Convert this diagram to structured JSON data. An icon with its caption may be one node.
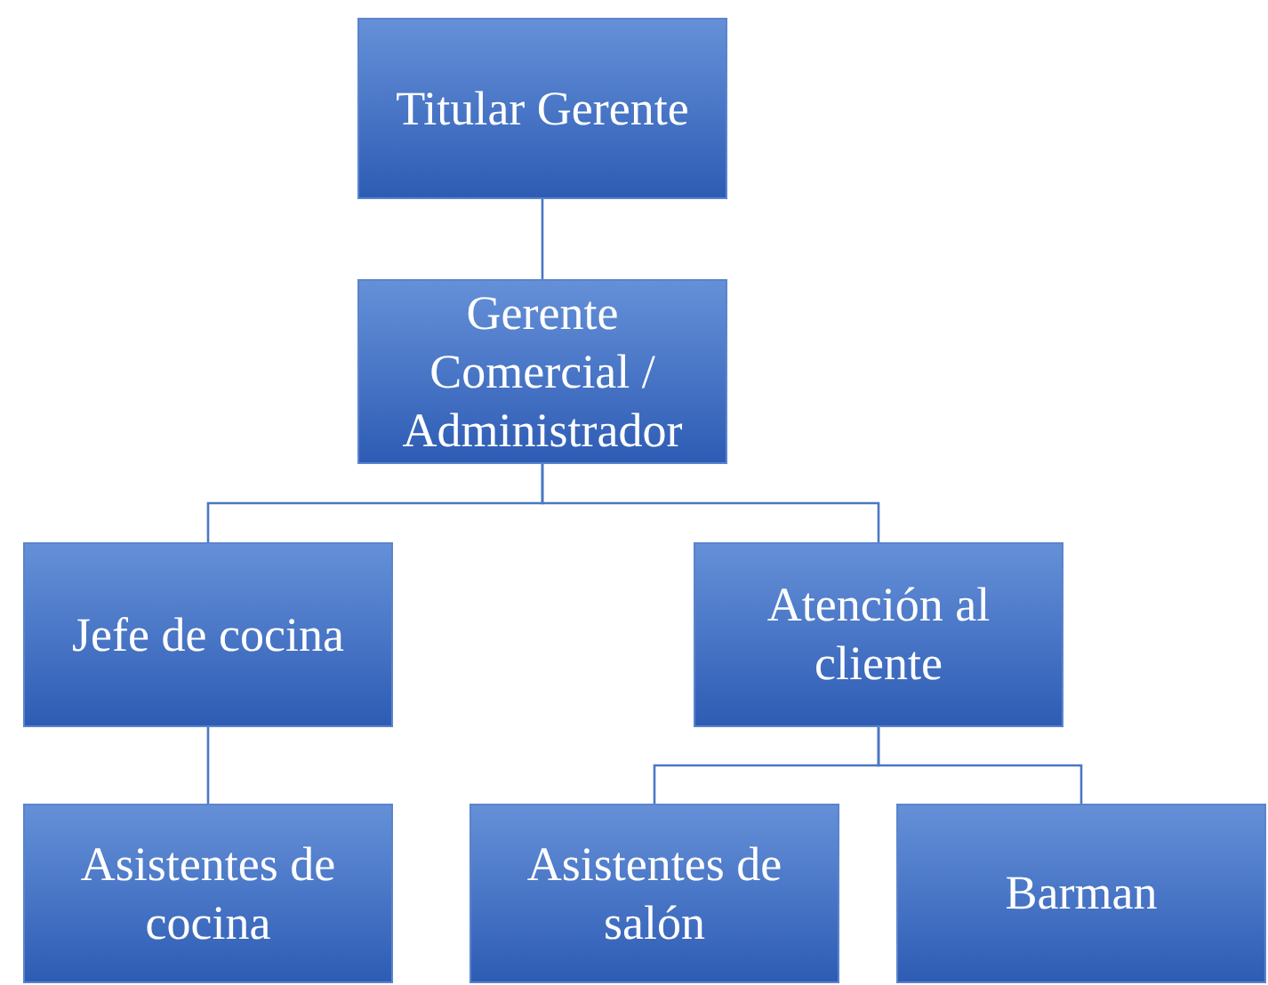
{
  "diagram": {
    "nodes": [
      {
        "text": [
          "Titular Gerente"
        ]
      },
      {
        "text": [
          "Gerente Comercial / Administrador"
        ]
      },
      {
        "text": [
          "Jefe de cocina"
        ]
      },
      {
        "text": [
          "Atención al cliente"
        ]
      },
      {
        "text": [
          "Asistentes de cocina"
        ]
      },
      {
        "text": [
          "Asistentes de salón"
        ]
      },
      {
        "text": [
          "Barman"
        ]
      }
    ],
    "edges": [
      {
        "from": 0,
        "to": 1,
        "arrow": "none"
      },
      {
        "from": 1,
        "to": 2,
        "arrow": "none"
      },
      {
        "from": 1,
        "to": 3,
        "arrow": "none"
      },
      {
        "from": 2,
        "to": 4,
        "arrow": "none"
      },
      {
        "from": 3,
        "to": 5,
        "arrow": "none"
      },
      {
        "from": 3,
        "to": 6,
        "arrow": "none"
      }
    ]
  }
}
